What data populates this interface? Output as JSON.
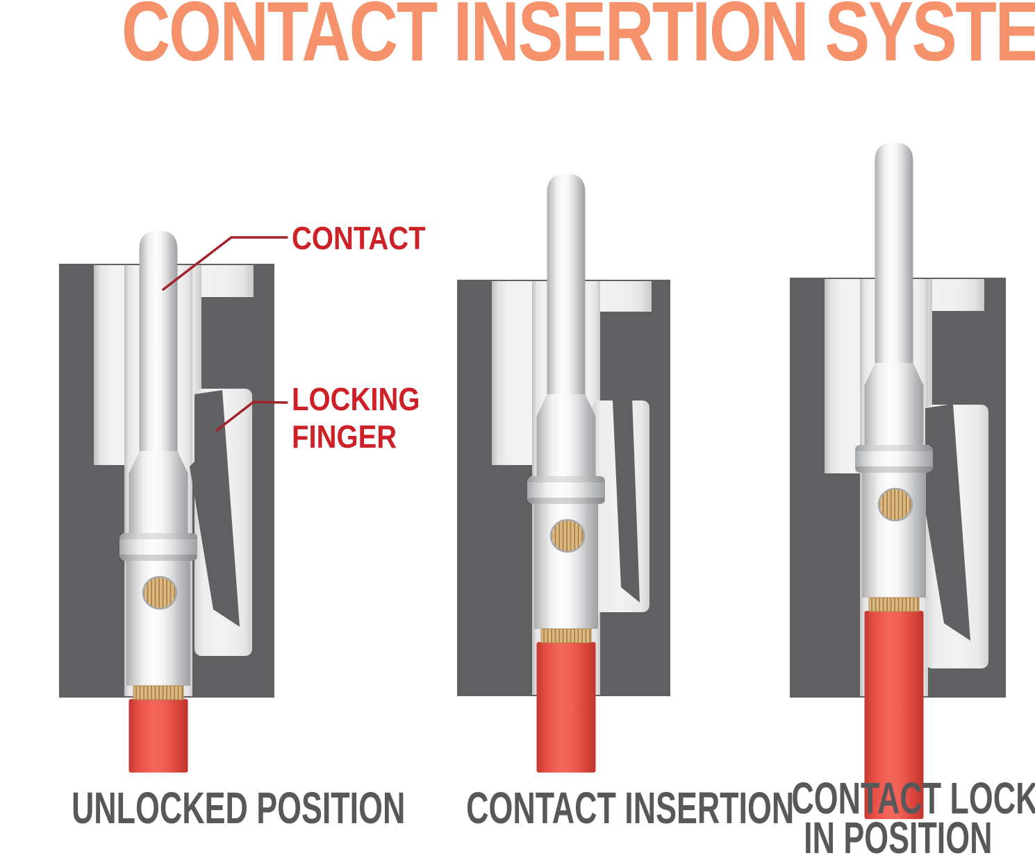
{
  "title": {
    "text": "CONTACT INSERTION SYSTEM"
  },
  "callouts": {
    "contact": "CONTACT",
    "locking_finger_line1": "LOCKING",
    "locking_finger_line2": "FINGER"
  },
  "stages": [
    {
      "id": "unlocked-position",
      "caption_lines": [
        "UNLOCKED POSITION"
      ]
    },
    {
      "id": "contact-insertion",
      "caption_lines": [
        "CONTACT INSERTION"
      ]
    },
    {
      "id": "contact-locked",
      "caption_lines": [
        "CONTACT LOCKED",
        "IN POSITION"
      ]
    }
  ],
  "colors": {
    "title": "#F5916B",
    "callout_text": "#CE2127",
    "leader_line": "#A2222B",
    "caption_text": "#58585A",
    "housing": "#606063",
    "cavity": "#F2F2F2",
    "contact_metal": "#D9DADB",
    "wire_insulation": "#E84B40",
    "wire_strands": "#D4A86A"
  }
}
